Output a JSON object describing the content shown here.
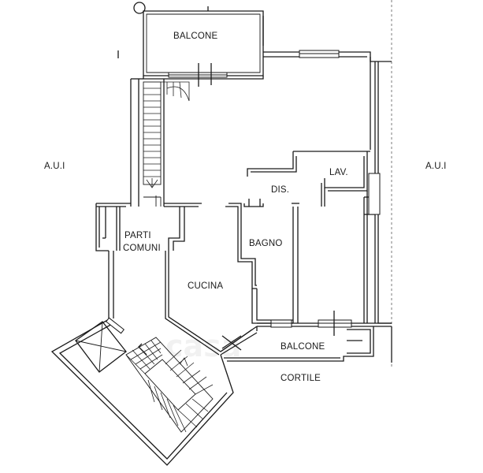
{
  "labels": {
    "balcone_top": "BALCONE",
    "aui_left": "A.U.I",
    "aui_right": "A.U.I",
    "dis": "DIS.",
    "lav": "LAV.",
    "parti": "PARTI",
    "comuni": "COMUNI",
    "bagno": "BAGNO",
    "cucina": "CUCINA",
    "balcone_bottom": "BALCONE",
    "cortile": "CORTILE"
  }
}
